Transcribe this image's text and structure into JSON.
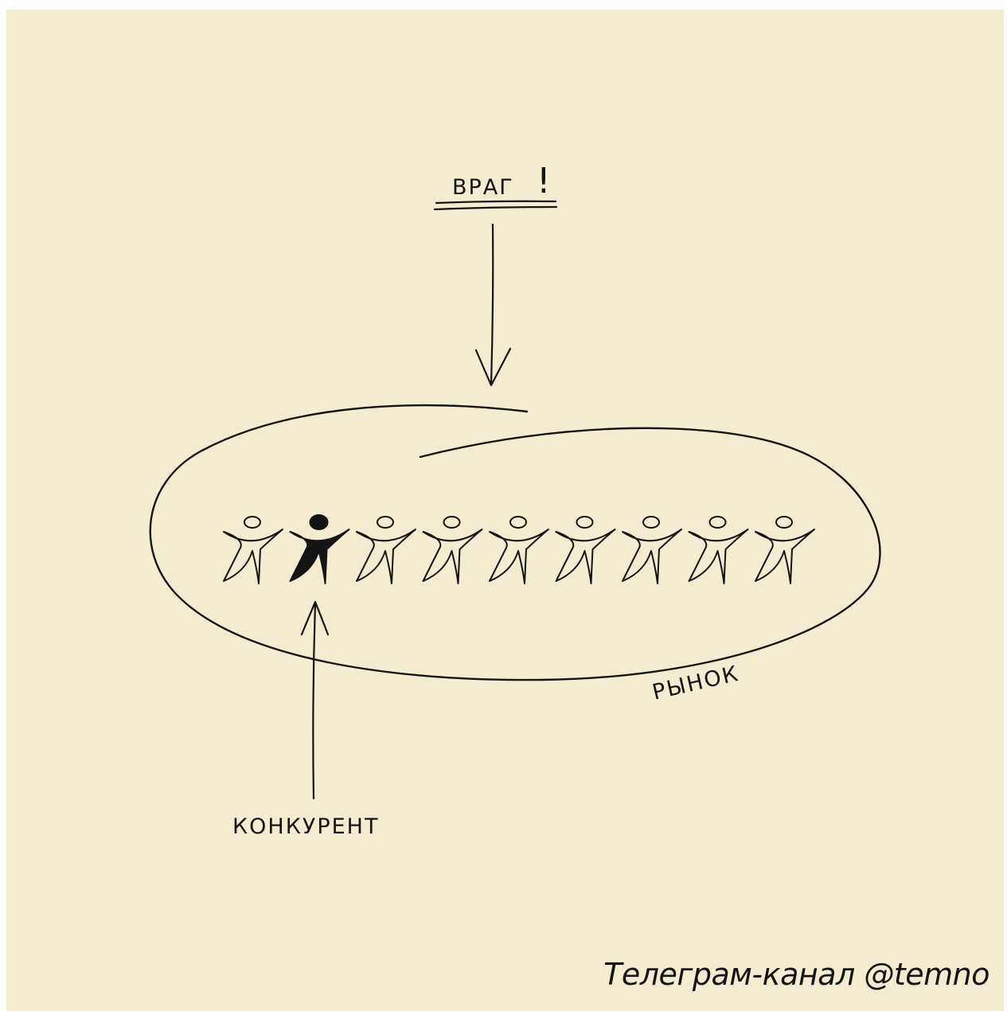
{
  "labels": {
    "enemy": "ВРАГ",
    "exclamation": "!",
    "market": "РЫНОК",
    "competitor": "КОНКУРЕНТ"
  },
  "footer": {
    "channel": "Телеграм-канал @temno"
  },
  "figures": {
    "count": 9,
    "highlighted_index": 1
  },
  "colors": {
    "background": "#f3ecd0",
    "ink": "#141414"
  }
}
